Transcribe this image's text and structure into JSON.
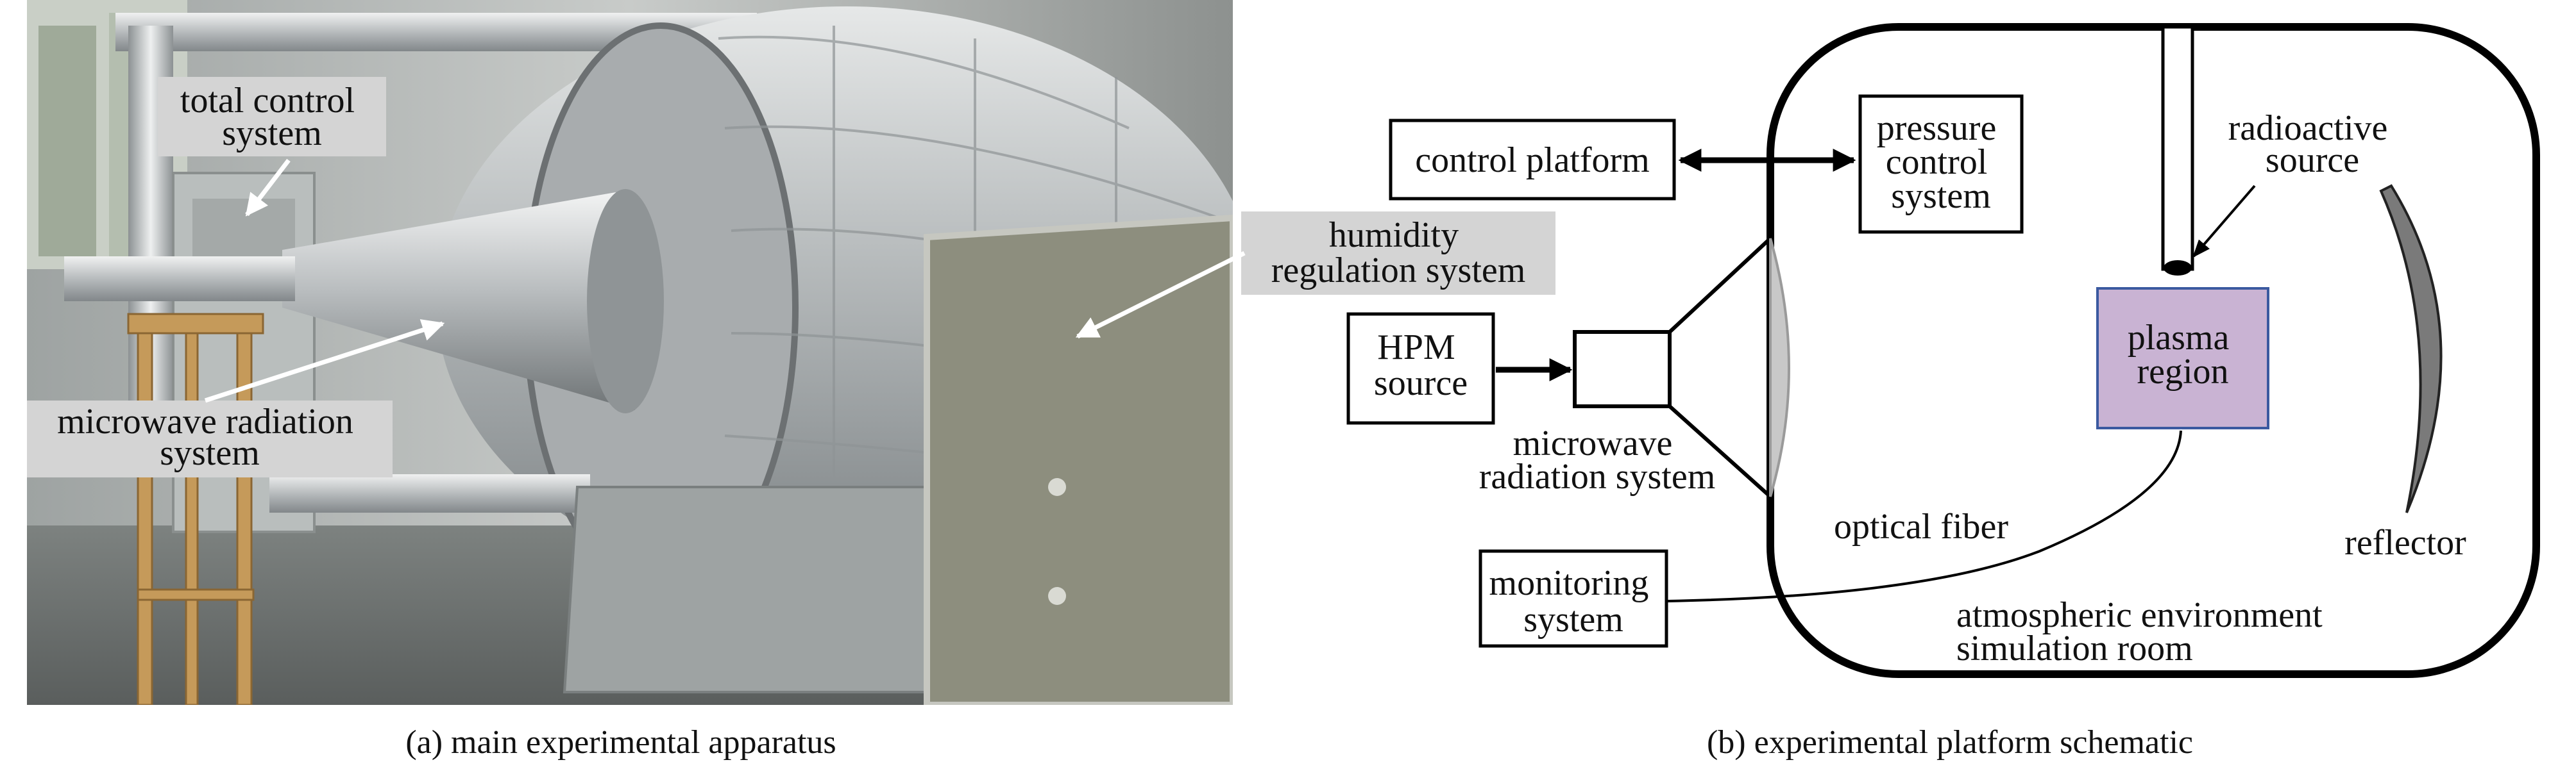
{
  "photo": {
    "labels": {
      "total_control_line1": "total control",
      "total_control_line2": "system",
      "humidity_line1": "humidity",
      "humidity_line2": "regulation system",
      "microwave_line1": "microwave radiation",
      "microwave_line2": "system"
    },
    "caption": "(a) main experimental apparatus",
    "label_box_color": "#d4d4d4"
  },
  "schematic": {
    "labels": {
      "control_platform": "control platform",
      "pressure_line1": "pressure",
      "pressure_line2": "control",
      "pressure_line3": "system",
      "radioactive_line1": "radioactive",
      "radioactive_line2": "source",
      "hpm_line1": "HPM",
      "hpm_line2": "source",
      "microwave_line1": "microwave",
      "microwave_line2": "radiation system",
      "plasma_line1": "plasma",
      "plasma_line2": "region",
      "optical_fiber": "optical fiber",
      "reflector": "reflector",
      "monitoring_line1": "monitoring",
      "monitoring_line2": "system",
      "room_line1": "atmospheric environment",
      "room_line2": "simulation room"
    },
    "caption": "(b) experimental platform schematic",
    "plasma_fill": "#c9b3d3",
    "plasma_border": "#3b5aa0",
    "reflector_fill": "#7a7a7a",
    "lens_fill": "#c8c8c8"
  }
}
